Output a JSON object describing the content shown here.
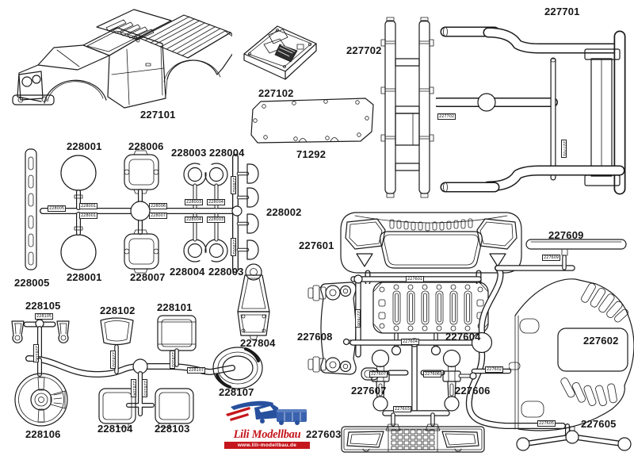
{
  "page": {
    "bg": "#ffffff",
    "ink": "#1b1b1b"
  },
  "parts": {
    "body_shell": "227101",
    "interior_tub": "227102",
    "rear_panel": "71292",
    "ladder_frame": "227702",
    "roll_cage": "227701",
    "round_light": "228001",
    "lens_sprue": "228002",
    "ring_a": "228003",
    "ring_b": "228004",
    "strip": "228005",
    "bezel_top": "228006",
    "bezel_bottom": "228007",
    "box_small": "228101",
    "seat_back": "228102",
    "box_b": "228103",
    "box_c": "228104",
    "mirrors": "228105",
    "steering_wheel": "228106",
    "spare_cover": "228107",
    "mount": "227804",
    "grille": "227601",
    "hood": "227602",
    "bumper": "227603",
    "plate": "227604",
    "sway_bar": "227605",
    "lever_right": "227606",
    "lever_left": "227607",
    "bracket": "227608",
    "light_bar": "227609"
  },
  "brand": {
    "name": "Lili Modellbau",
    "url": "www.lili-modellbau.de",
    "red": "#c4161c",
    "blue": "#27509e"
  }
}
